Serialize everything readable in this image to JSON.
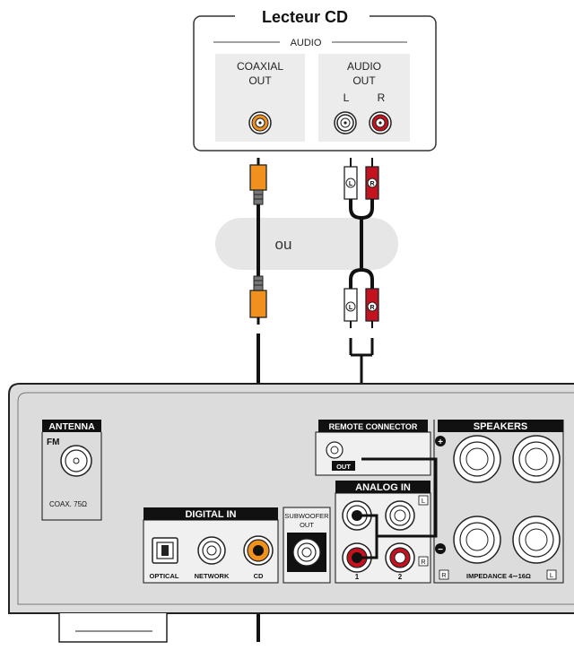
{
  "cd_player": {
    "title": "Lecteur CD",
    "audio_label": "AUDIO",
    "coaxial_out": [
      "COAXIAL",
      "OUT"
    ],
    "audio_out": [
      "AUDIO",
      "OUT"
    ],
    "channel_l": "L",
    "channel_r": "R"
  },
  "cable": {
    "plug_l": "L",
    "plug_r": "R",
    "alternative_label": "ou"
  },
  "receiver": {
    "antenna_title": "ANTENNA",
    "fm_label": "FM",
    "coax_label": "COAX. 75Ω",
    "digital_in_title": "DIGITAL IN",
    "optical_label": "OPTICAL",
    "network_label": "NETWORK",
    "cd_label": "CD",
    "subwoofer_out": [
      "SUBWOOFER",
      "OUT"
    ],
    "remote_connector_title": "REMOTE CONNECTOR",
    "remote_out_label": "OUT",
    "analog_in_title": "ANALOG IN",
    "analog_input_1": "1",
    "analog_input_2": "2",
    "analog_l_marker": "L",
    "analog_r_marker": "R",
    "speakers_title": "SPEAKERS",
    "plus_marker": "+",
    "minus_marker": "−",
    "impedance_r_marker": "R",
    "impedance_label": "IMPEDANCE 4∼16Ω",
    "impedance_l_marker": "L"
  },
  "colors": {
    "coaxial": "#f0901e",
    "right_channel": "#c4121e",
    "panel_bg": "#ececec",
    "receiver_bg": "#dcdcdc",
    "ou_bg": "#e6e6e6"
  }
}
